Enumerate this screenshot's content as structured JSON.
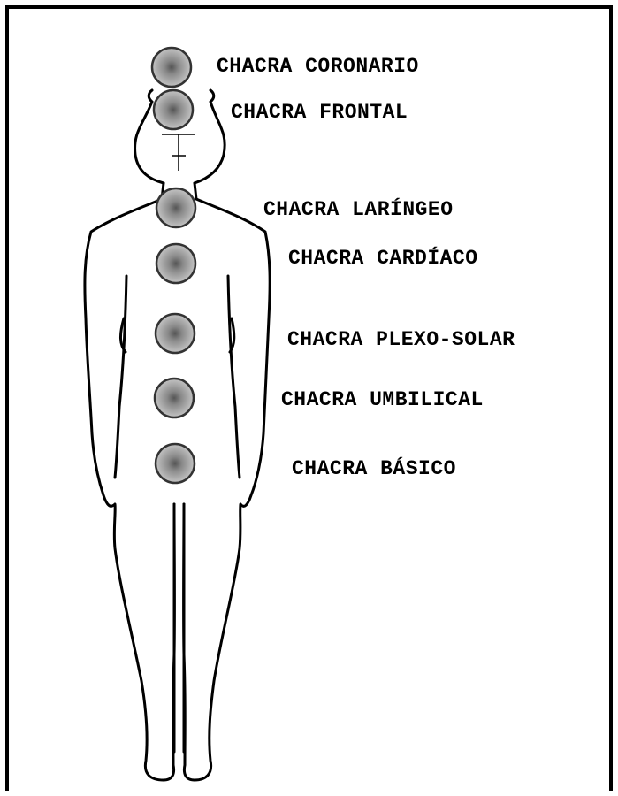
{
  "chakras": [
    {
      "label": "CHACRA CORONARIO"
    },
    {
      "label": "CHACRA FRONTAL"
    },
    {
      "label": "CHACRA LARÍNGEO"
    },
    {
      "label": "CHACRA CARDÍACO"
    },
    {
      "label": "CHACRA PLEXO-SOLAR"
    },
    {
      "label": "CHACRA UMBILICAL"
    },
    {
      "label": "CHACRA BÁSICO"
    }
  ],
  "colors": {
    "background": "#ffffff",
    "outline": "#000000",
    "chakra_center": "#555555",
    "chakra_edge": "#bdbdbd",
    "chakra_ring": "#333333"
  }
}
